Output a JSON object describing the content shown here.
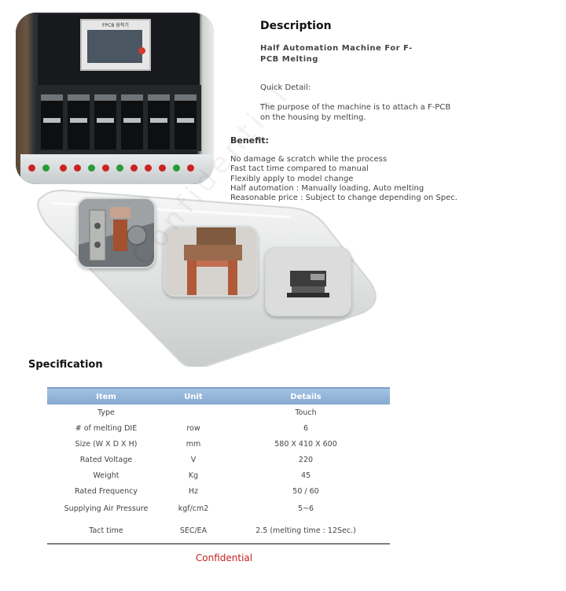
{
  "description": {
    "heading": "Description",
    "subtitle": "Half Automation Machine For F-PCB Melting",
    "quick_detail": "Quick Detail:",
    "purpose": "The purpose of the machine is to attach a F-PCB on the housing by melting."
  },
  "benefit": {
    "heading": "Benefit:",
    "items": [
      "No damage & scratch while the process",
      "Fast tact time compared to manual",
      "Flexibly apply to model change",
      "Half automation : Manually loading, Auto melting",
      "Reasonable price : Subject to change depending on Spec."
    ]
  },
  "specification": {
    "heading": "Specification",
    "columns": [
      "Item",
      "Unit",
      "Details"
    ],
    "rows": [
      [
        "Type",
        "",
        "Touch"
      ],
      [
        "# of melting DIE",
        "row",
        "6"
      ],
      [
        "Size (W X D X H)",
        "mm",
        "580 X 410 X 600"
      ],
      [
        "Rated Voltage",
        "V",
        "220"
      ],
      [
        "Weight",
        "Kg",
        "45"
      ],
      [
        "Rated Frequency",
        "Hz",
        "50 / 60"
      ],
      [
        "Supplying Air Pressure",
        "kgf/cm2",
        "5~6"
      ],
      [
        "Tact time",
        "SEC/EA",
        "2.5 (melting time : 12Sec.)"
      ]
    ]
  },
  "photo": {
    "hmi_label": "FPCB 융착기"
  },
  "watermark": "Confidential",
  "confidential": "Confidential",
  "colors": {
    "header_blue": "#8fb0d6",
    "confidential_red": "#c62020"
  }
}
